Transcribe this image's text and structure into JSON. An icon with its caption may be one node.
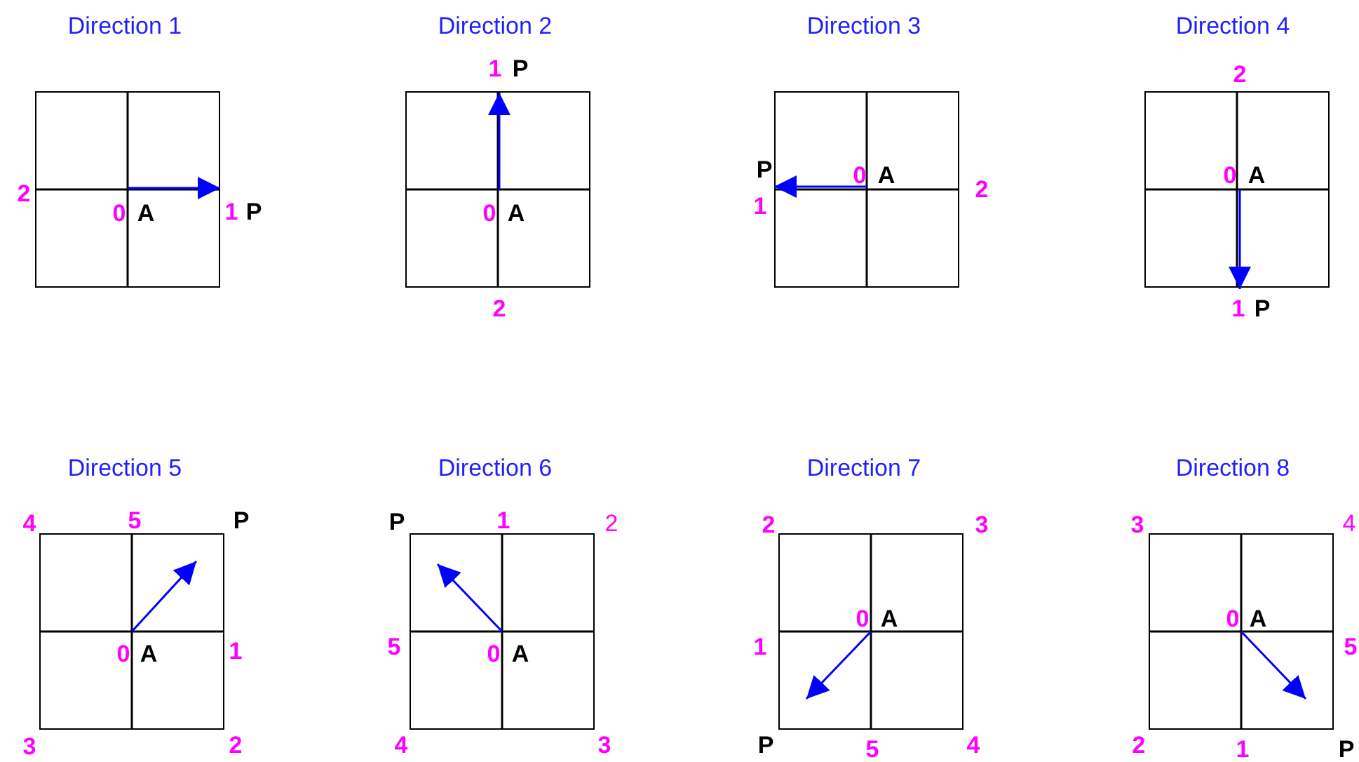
{
  "diagram": {
    "nodes": [
      {
        "text": [
          "Direction 1",
          "0",
          "A"
        ],
        "beside": [
          "2",
          "1",
          "P"
        ]
      },
      {
        "text": [
          "Direction 2",
          "0",
          "A"
        ],
        "beside": [
          "1",
          "P",
          "2"
        ]
      },
      {
        "text": [
          "Direction 3",
          "0",
          "A"
        ],
        "beside": [
          "P",
          "2",
          "1"
        ]
      },
      {
        "text": [
          "Direction 4",
          "0",
          "A"
        ],
        "beside": [
          "2",
          "1",
          "P"
        ]
      },
      {
        "text": [
          "Direction 5",
          "0",
          "A"
        ],
        "beside": [
          "4",
          "5",
          "P",
          "1",
          "3",
          "2"
        ]
      },
      {
        "text": [
          "Direction 6",
          "0",
          "A"
        ],
        "beside": [
          "P",
          "1",
          "2",
          "5",
          "4",
          "3"
        ]
      },
      {
        "text": [
          "Direction 7",
          "0",
          "A"
        ],
        "beside": [
          "2",
          "3",
          "1",
          "P",
          "5",
          "4"
        ]
      },
      {
        "text": [
          "Direction 8",
          "0",
          "A"
        ],
        "beside": [
          "3",
          "4",
          "5",
          "2",
          "1",
          "P"
        ]
      }
    ]
  }
}
